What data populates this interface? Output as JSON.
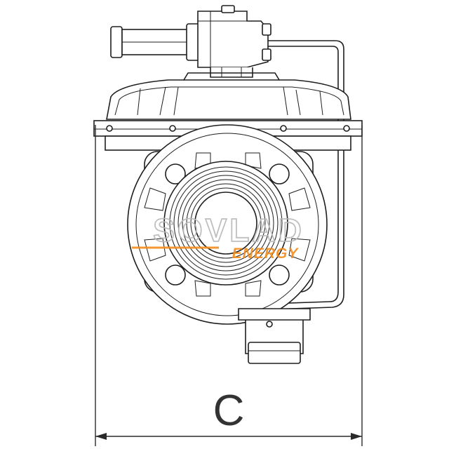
{
  "dimension": {
    "label": "C"
  },
  "watermark": {
    "line1": "SOVLAD",
    "line2": "ENERGY",
    "line1_color": "#b9b9b9",
    "line2_color": "#f28c1e",
    "rule_color": "#f28c1e"
  }
}
